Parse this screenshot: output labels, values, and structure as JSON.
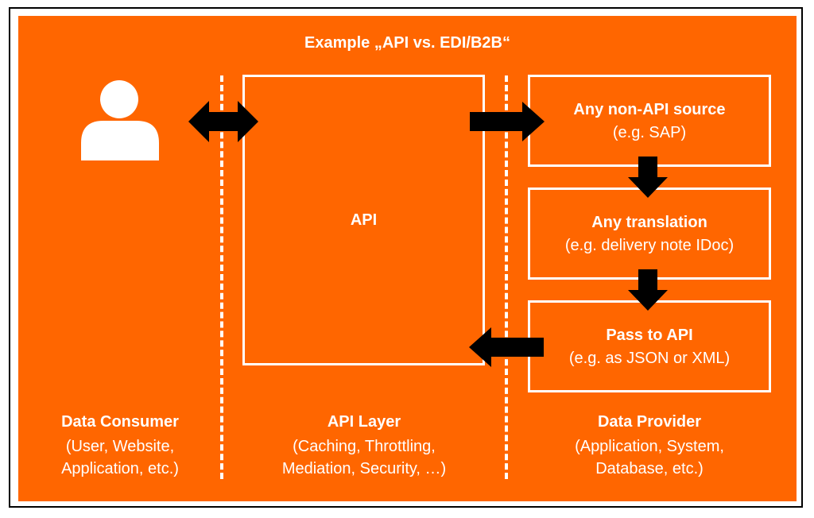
{
  "title": "Example „API vs. EDI/B2B“",
  "api_box": {
    "label": "API"
  },
  "provider_steps": [
    {
      "title": "Any non-API source",
      "subtitle": "(e.g. SAP)"
    },
    {
      "title": "Any translation",
      "subtitle": "(e.g. delivery note IDoc)"
    },
    {
      "title": "Pass to API",
      "subtitle": "(e.g. as JSON or XML)"
    }
  ],
  "columns": [
    {
      "title": "Data Consumer",
      "line1": "(User, Website,",
      "line2": "Application, etc.)"
    },
    {
      "title": "API Layer",
      "line1": "(Caching, Throttling,",
      "line2": "Mediation, Security, …)"
    },
    {
      "title": "Data Provider",
      "line1": "(Application, System,",
      "line2": "Database, etc.)"
    }
  ],
  "icons": {
    "user": "user-icon",
    "bidirectional_arrow": "double-arrow-icon",
    "arrow": "arrow-icon"
  },
  "colors": {
    "background": "#ff6600",
    "foreground": "#ffffff",
    "arrow": "#000000"
  }
}
